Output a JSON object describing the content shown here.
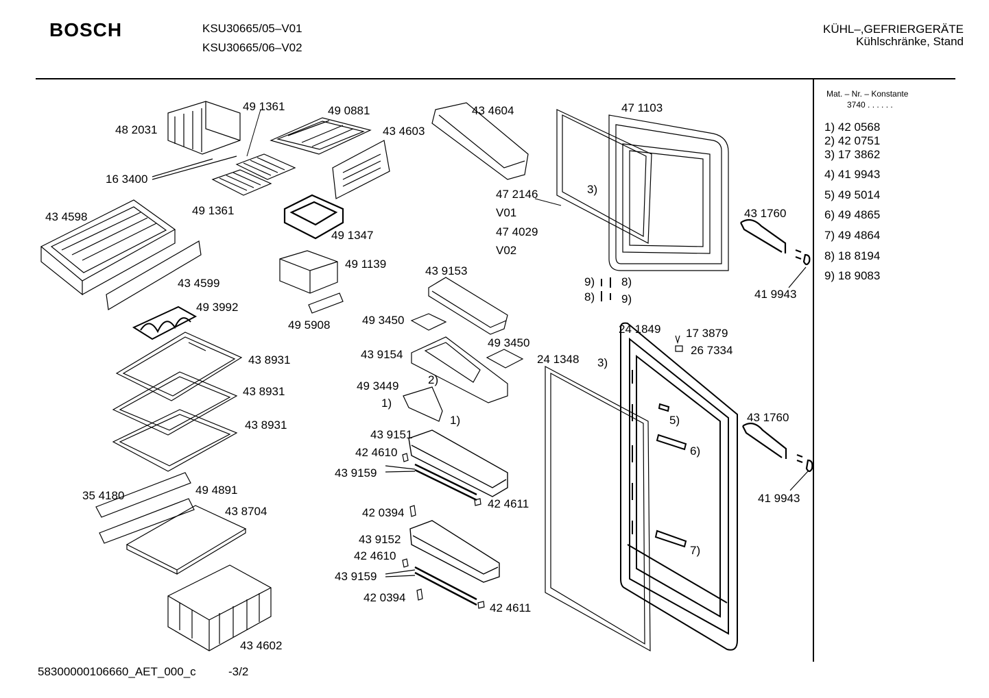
{
  "header": {
    "brand": "BOSCH",
    "models": [
      "KSU30665/05–V01",
      "KSU30665/06–V02"
    ],
    "category_line1": "KÜHL–,GEFRIERGERÄTE",
    "category_line2": "Kühlschränke, Stand"
  },
  "sidebar": {
    "heading": "Mat. – Nr. – Konstante",
    "constant": "3740  .   .     .  .  .  .",
    "items": [
      {
        "ref": "1)",
        "part": "42 0568"
      },
      {
        "ref": "2)",
        "part": "42 0751"
      },
      {
        "ref": "3)",
        "part": "17 3862"
      },
      {
        "ref": "4)",
        "part": "41 9943"
      },
      {
        "ref": "5)",
        "part": "49 5014"
      },
      {
        "ref": "6)",
        "part": "49 4865"
      },
      {
        "ref": "7)",
        "part": "49 4864"
      },
      {
        "ref": "8)",
        "part": "18 8194"
      },
      {
        "ref": "9)",
        "part": "18 9083"
      }
    ]
  },
  "parts": {
    "p482031": "48 2031",
    "p491361a": "49 1361",
    "p490881": "49 0881",
    "p434604": "43 4604",
    "p471103": "47 1103",
    "p434603": "43 4603",
    "p163400": "16 3400",
    "p491361b": "49 1361",
    "p472146": "47 2146",
    "v01": "V01",
    "p474029": "47 4029",
    "v02": "V02",
    "ref3a": "3)",
    "p431760a": "43 1760",
    "p434598": "43 4598",
    "p491347": "49 1347",
    "p491139": "49 1139",
    "p439153": "43 9153",
    "p434599": "43 4599",
    "ref9a": "9)",
    "ref8a": "8)",
    "ref8b": "8)",
    "ref9b": "9)",
    "p419943a": "41 9943",
    "p493992": "49 3992",
    "p495908": "49 5908",
    "p493450a": "49 3450",
    "p241849": "24 1849",
    "p173879": "17 3879",
    "p493450b": "49 3450",
    "p267334": "26 7334",
    "p439154": "43 9154",
    "p241348": "24 1348",
    "ref3b": "3)",
    "p438931a": "43 8931",
    "ref2": "2)",
    "p493449": "49 3449",
    "p438931b": "43 8931",
    "ref1a": "1)",
    "ref1b": "1)",
    "ref5": "5)",
    "p431760b": "43 1760",
    "p438931c": "43 8931",
    "p439151": "43 9151",
    "ref6": "6)",
    "p424610a": "42 4610",
    "p439159a": "43 9159",
    "p354180": "35 4180",
    "p494891": "49 4891",
    "p419943b": "41 9943",
    "p424611a": "42 4611",
    "p438704": "43 8704",
    "p420394a": "42 0394",
    "p439152": "43 9152",
    "ref7": "7)",
    "p424610b": "42 4610",
    "p439159b": "43 9159",
    "p420394b": "42 0394",
    "p424611b": "42 4611",
    "p434602": "43 4602"
  },
  "footer": {
    "doc_id": "58300000106660_AET_000_c",
    "page": "-3/2"
  }
}
